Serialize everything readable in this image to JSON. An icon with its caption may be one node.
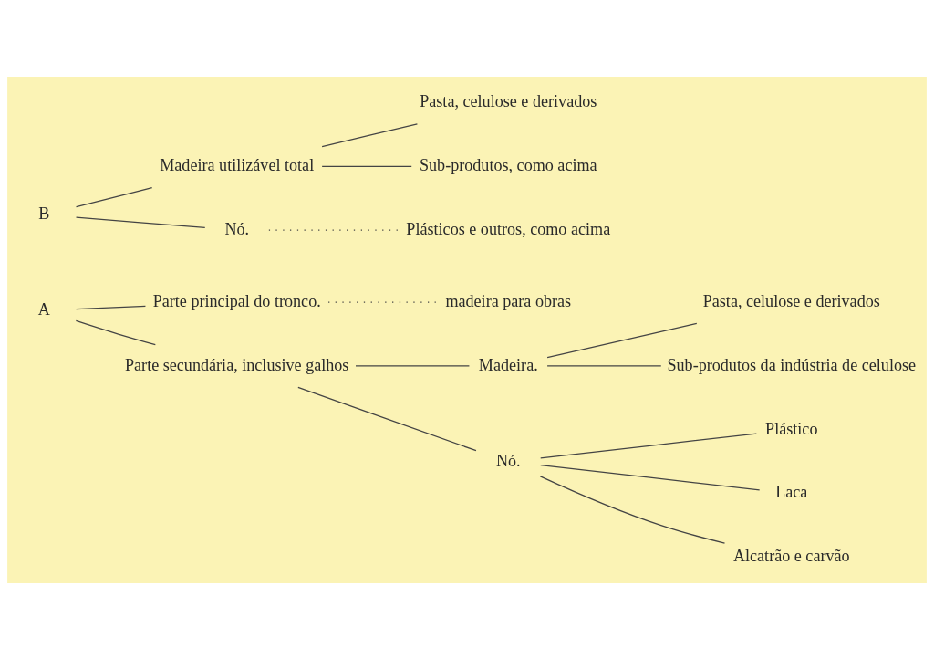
{
  "diagram": {
    "nodes": [
      {
        "text": [
          "A"
        ]
      },
      {
        "text": [
          "Parte principal do tronco."
        ]
      },
      {
        "text": [
          "madeira para obras"
        ]
      },
      {
        "text": [
          "Parte secundária, inclusive galhos"
        ]
      },
      {
        "text": [
          "Madeira."
        ]
      },
      {
        "text": [
          "Pasta, celulose e derivados"
        ]
      },
      {
        "text": [
          "Sub-produtos da indústria de celulose"
        ]
      },
      {
        "text": [
          "Nó."
        ]
      },
      {
        "text": [
          "Plástico"
        ]
      },
      {
        "text": [
          "Laca"
        ]
      },
      {
        "text": [
          "Alcatrão e carvão"
        ]
      },
      {
        "text": [
          "B"
        ]
      },
      {
        "text": [
          "Madeira utilizável total"
        ]
      },
      {
        "text": [
          "Pasta, celulose e derivados"
        ]
      },
      {
        "text": [
          "Sub-produtos, como acima"
        ]
      },
      {
        "text": [
          "Nó."
        ]
      },
      {
        "text": [
          "Plásticos e outros, como acima"
        ]
      }
    ],
    "edges": [
      {
        "from": 0,
        "to": 1,
        "arrow": "none"
      },
      {
        "from": 1,
        "to": 2,
        "arrow": "none",
        "style": "dashed"
      },
      {
        "from": 0,
        "to": 3,
        "arrow": "none"
      },
      {
        "from": 3,
        "to": 4,
        "arrow": "none"
      },
      {
        "from": 3,
        "to": 7,
        "arrow": "none"
      },
      {
        "from": 4,
        "to": 5,
        "arrow": "none"
      },
      {
        "from": 4,
        "to": 6,
        "arrow": "none"
      },
      {
        "from": 7,
        "to": 8,
        "arrow": "none"
      },
      {
        "from": 7,
        "to": 9,
        "arrow": "none"
      },
      {
        "from": 7,
        "to": 10,
        "arrow": "none"
      },
      {
        "from": 11,
        "to": 12,
        "arrow": "none"
      },
      {
        "from": 11,
        "to": 15,
        "arrow": "none"
      },
      {
        "from": 12,
        "to": 13,
        "arrow": "none"
      },
      {
        "from": 12,
        "to": 14,
        "arrow": "none"
      },
      {
        "from": 15,
        "to": 16,
        "arrow": "none",
        "style": "dashed"
      }
    ]
  }
}
